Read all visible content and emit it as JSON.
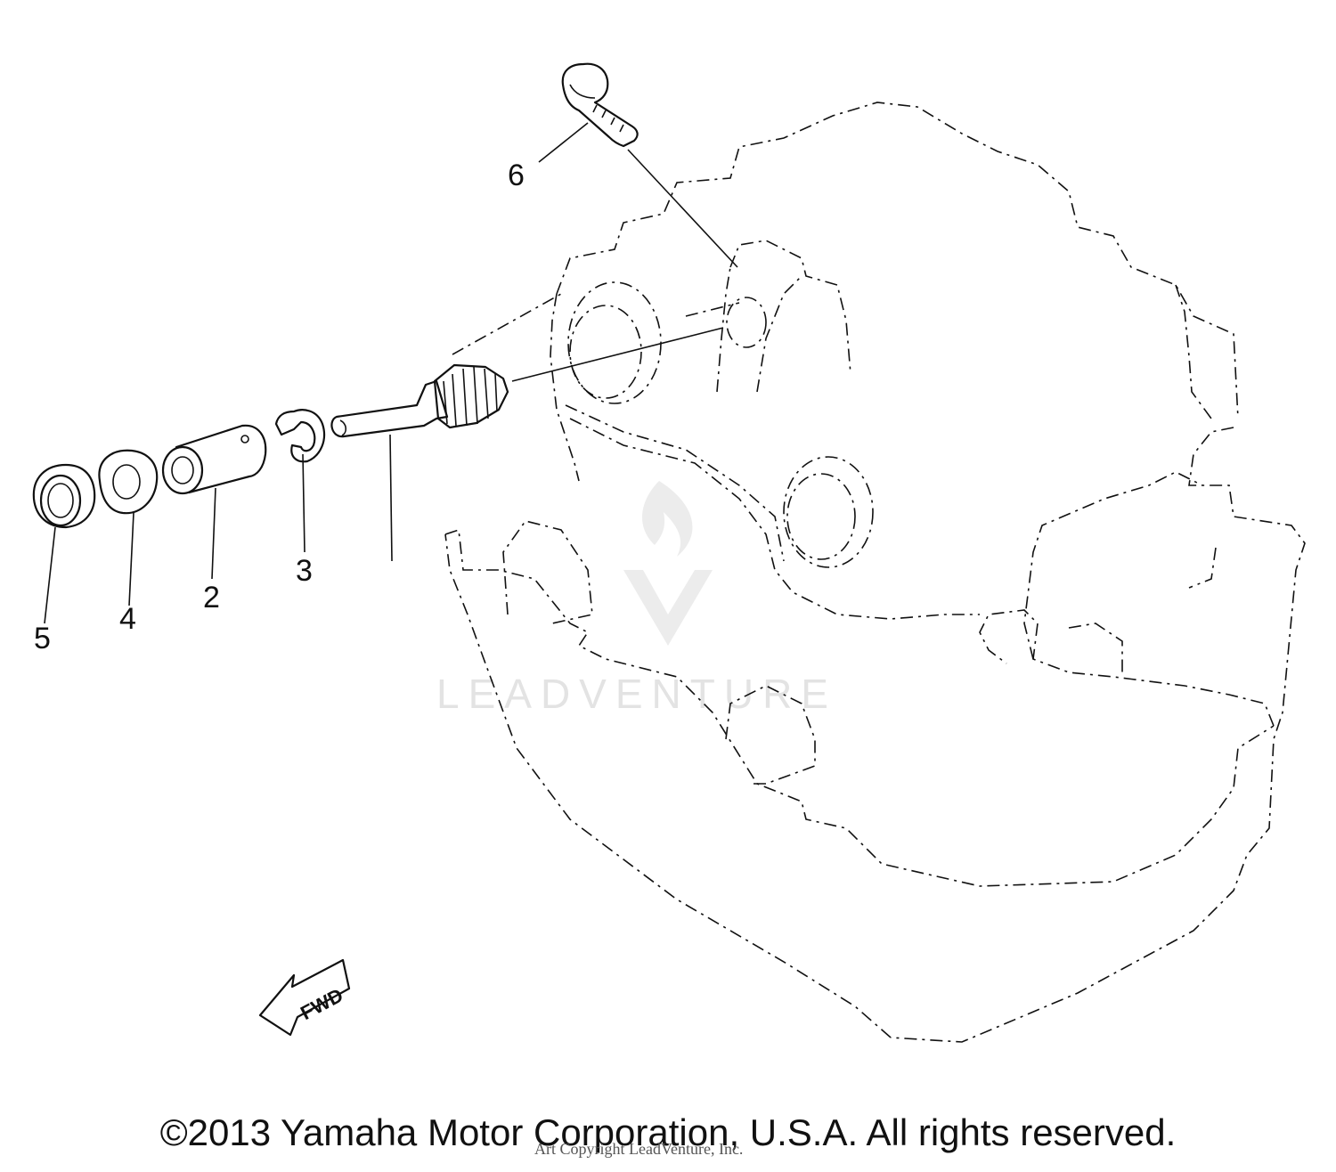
{
  "callouts": {
    "c2": "2",
    "c3": "3",
    "c4": "4",
    "c5": "5",
    "c6": "6"
  },
  "arrow_label": "FWD",
  "watermark": {
    "brand": "LEADVENTURE",
    "credit": "Art Copyright LeadVenture, Inc."
  },
  "footer": {
    "copyright": "©2013 Yamaha Motor Corporation, U.S.A. All rights reserved."
  }
}
